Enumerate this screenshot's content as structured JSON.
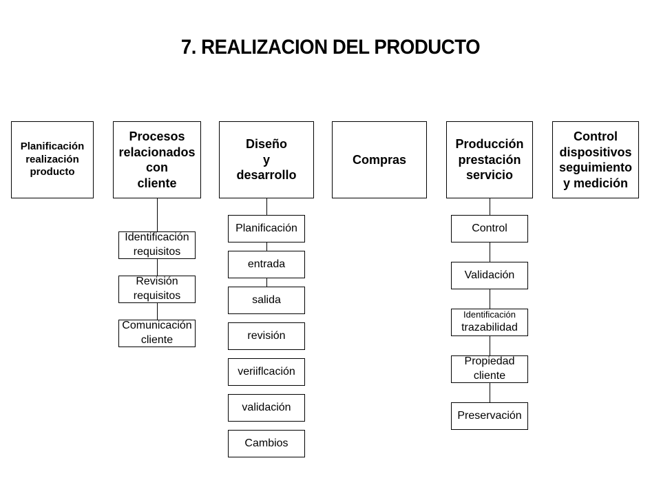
{
  "title": "7.  REALIZACION DEL PRODUCTO",
  "columns": [
    {
      "lines": [
        "Planificación",
        "realización",
        "producto"
      ],
      "children": []
    },
    {
      "lines": [
        "Procesos",
        "relacionados",
        "con",
        "cliente"
      ],
      "children": [
        [
          "Identificación",
          "requisitos"
        ],
        [
          "Revisión",
          "requisitos"
        ],
        [
          "Comunicación",
          "cliente"
        ]
      ]
    },
    {
      "lines": [
        "Diseño",
        "y",
        "desarrollo"
      ],
      "children": [
        [
          "Planificación"
        ],
        [
          "entrada"
        ],
        [
          "salida"
        ],
        [
          "revisión"
        ],
        [
          "veriiflcación"
        ],
        [
          "validación"
        ],
        [
          "Cambios"
        ]
      ]
    },
    {
      "lines": [
        "Compras"
      ],
      "children": []
    },
    {
      "lines": [
        "Producción",
        "prestación",
        "servicio"
      ],
      "children": [
        [
          "Control"
        ],
        [
          "Validación"
        ],
        [
          "Identificación",
          "trazabilidad"
        ],
        [
          "Propiedad",
          "cliente"
        ],
        [
          "Preservación"
        ]
      ]
    },
    {
      "lines": [
        "Control",
        "dispositivos",
        "seguimiento",
        "y medición"
      ],
      "children": []
    }
  ]
}
